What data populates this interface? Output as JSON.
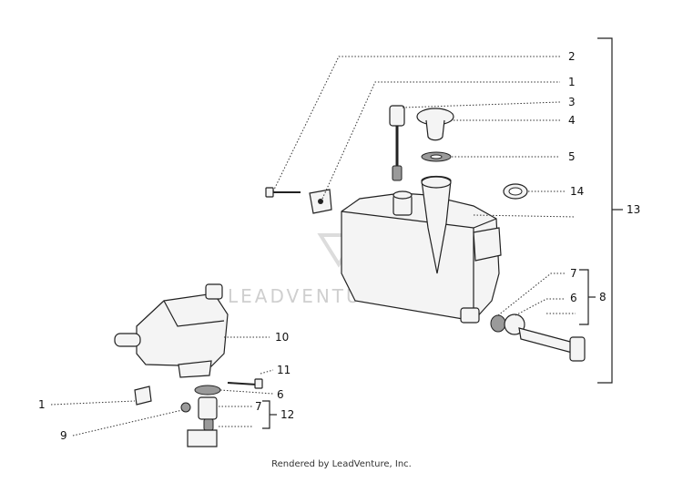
{
  "callouts": {
    "c2": "2",
    "c1_top": "1",
    "c3": "3",
    "c4": "4",
    "c5": "5",
    "c14": "14",
    "c13": "13",
    "c7_right": "7",
    "c6_right": "6",
    "c8": "8",
    "c10": "10",
    "c11": "11",
    "c6_left": "6",
    "c7_left": "7",
    "c12": "12",
    "c1_left": "1",
    "c9": "9"
  },
  "watermark": "LEADVENTURE",
  "footer": "Rendered by LeadVenture, Inc."
}
